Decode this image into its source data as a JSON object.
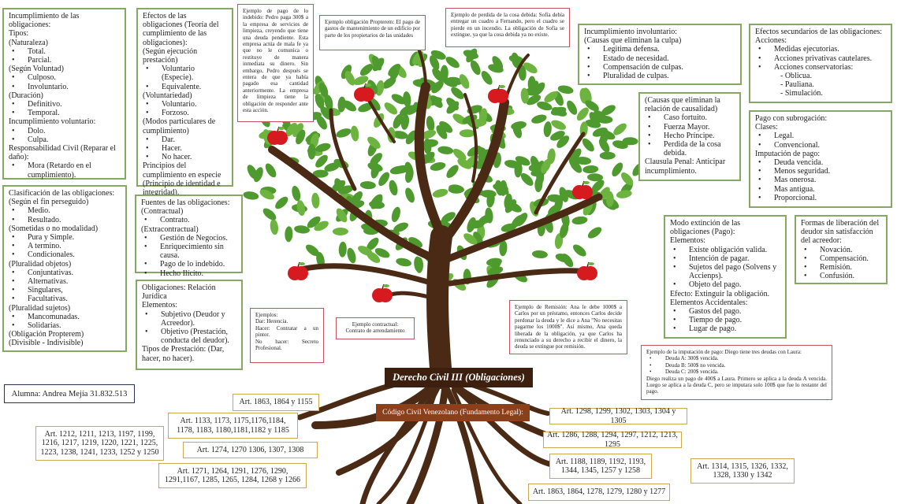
{
  "colors": {
    "leaf": "#4f9a2e",
    "trunk": "#4a2a14",
    "apple": "#d71920",
    "green_border": "#86a865",
    "red_border": "#c9505e",
    "gold_border": "#c9a94b",
    "title_bg": "#3d1f0f",
    "code_bg": "#8b3f1a"
  },
  "title": "Derecho Civil III (Obligaciones)",
  "legal_basis": "Código Civil Venezolano (Fundamento Legal):",
  "student": "Alumna: Andrea Mejía 31.832.513",
  "green_boxes": [
    {
      "id": "incumplimiento",
      "lines": [
        {
          "t": "Incumplimiento de las obligaciones:"
        },
        {
          "t": "Tipos:"
        },
        {
          "t": "(Naturaleza)"
        },
        {
          "t": "Total.",
          "b": true
        },
        {
          "t": "Parcial.",
          "b": true
        },
        {
          "t": "(Según Voluntad)"
        },
        {
          "t": "Culposo.",
          "b": true
        },
        {
          "t": "Involuntario.",
          "b": true
        },
        {
          "t": "(Duración)"
        },
        {
          "t": "Definitivo.",
          "b": true
        },
        {
          "t": "Temporal.",
          "b": true
        },
        {
          "t": "Incumplimiento voluntario:"
        },
        {
          "t": "Dolo.",
          "b": true
        },
        {
          "t": "Culpa.",
          "b": true
        },
        {
          "t": "Responsabilidad Civil (Reparar el daño):"
        },
        {
          "t": "Mora (Retardo en el cumplimiento).",
          "b": true
        }
      ]
    },
    {
      "id": "efectos",
      "lines": [
        {
          "t": "Efectos de las obligaciones (Teoría del cumplimiento de las obligaciones):"
        },
        {
          "t": "(Según ejecución prestación)"
        },
        {
          "t": "Voluntario (Especie).",
          "b": true
        },
        {
          "t": "Equivalente.",
          "b": true
        },
        {
          "t": "(Voluntariedad)"
        },
        {
          "t": "Voluntario.",
          "b": true
        },
        {
          "t": "Forzoso.",
          "b": true
        },
        {
          "t": "(Modos particulares de cumplimiento)"
        },
        {
          "t": "Dar.",
          "b": true
        },
        {
          "t": "Hacer.",
          "b": true
        },
        {
          "t": "No hacer.",
          "b": true
        },
        {
          "t": "Principios del cumplimiento en especie (Principio de identidad e integridad)."
        }
      ]
    },
    {
      "id": "clasificacion",
      "lines": [
        {
          "t": "Clasificación de las obligaciones:"
        },
        {
          "t": "(Según el fin perseguido)"
        },
        {
          "t": "Medio.",
          "b": true
        },
        {
          "t": "Resultado.",
          "b": true
        },
        {
          "t": "(Sometidas o no modalidad)"
        },
        {
          "t": "Pura y Simple.",
          "b": true
        },
        {
          "t": "A termino.",
          "b": true
        },
        {
          "t": "Condicionales.",
          "b": true
        },
        {
          "t": "(Pluralidad objetos)"
        },
        {
          "t": "Conjuntativas.",
          "b": true
        },
        {
          "t": "Alternativas.",
          "b": true
        },
        {
          "t": "Singulares,",
          "b": true
        },
        {
          "t": "Facultativas.",
          "b": true
        },
        {
          "t": "(Pluralidad sujetos)"
        },
        {
          "t": "Mancomunadas.",
          "b": true
        },
        {
          "t": "Solidarias.",
          "b": true
        },
        {
          "t": "(Obligación Propterem)"
        },
        {
          "t": "(Divisible - Indivisible)"
        }
      ]
    },
    {
      "id": "fuentes",
      "lines": [
        {
          "t": "Fuentes de las obligaciones:"
        },
        {
          "t": "(Contractual)"
        },
        {
          "t": "Contrato.",
          "b": true
        },
        {
          "t": "(Extracontractual)"
        },
        {
          "t": "Gestión de Negocios.",
          "b": true
        },
        {
          "t": "Enriquecimiento sin causa.",
          "b": true
        },
        {
          "t": "Pago de lo indebido.",
          "b": true
        },
        {
          "t": "Hecho Ilícito.",
          "b": true
        }
      ]
    },
    {
      "id": "relacion",
      "lines": [
        {
          "t": "Obligaciones: Relación Jurídica"
        },
        {
          "t": "Elementos:"
        },
        {
          "t": "Subjetivo (Deudor y Acreedor).",
          "b": true
        },
        {
          "t": "Objetivo (Prestación, conducta del deudor).",
          "b": true
        },
        {
          "t": "Tipos de Prestación: (Dar, hacer, no hacer)."
        }
      ]
    },
    {
      "id": "involuntario",
      "lines": [
        {
          "t": "Incumplimiento involuntario:"
        },
        {
          "t": "(Causas que eliminan la culpa)"
        },
        {
          "t": "Legitima defensa.",
          "b": true
        },
        {
          "t": "Estado de necesidad.",
          "b": true
        },
        {
          "t": "Compensación de culpas.",
          "b": true
        },
        {
          "t": "Pluralidad de culpas.",
          "b": true
        }
      ]
    },
    {
      "id": "causalidad",
      "lines": [
        {
          "t": "(Causas que eliminan la relación de causalidad)"
        },
        {
          "t": "Caso fortuito.",
          "b": true
        },
        {
          "t": "Fuerza Mayor.",
          "b": true
        },
        {
          "t": "Hecho Príncipe.",
          "b": true
        },
        {
          "t": "Perdida de la cosa debida.",
          "b": true
        },
        {
          "t": "Clausula Penal: Anticipar incumplimiento."
        }
      ]
    },
    {
      "id": "secundarios",
      "lines": [
        {
          "t": "Efectos secundarios de las obligaciones:"
        },
        {
          "t": "Acciones:"
        },
        {
          "t": "Medidas ejecutorias.",
          "b": true
        },
        {
          "t": "Acciones privativas cautelares.",
          "b": true
        },
        {
          "t": "Acciones conservatorias:",
          "b": true
        },
        {
          "t": "- Oblicua.",
          "s": true
        },
        {
          "t": "- Pauliana.",
          "s": true
        },
        {
          "t": "- Simulación.",
          "s": true
        }
      ]
    },
    {
      "id": "subrogacion",
      "lines": [
        {
          "t": "Pago con subrogación:"
        },
        {
          "t": "Clases:"
        },
        {
          "t": "Legal.",
          "b": true
        },
        {
          "t": "Convencional.",
          "b": true
        },
        {
          "t": "Imputación de pago:"
        },
        {
          "t": "Deuda vencida.",
          "b": true
        },
        {
          "t": "Menos seguridad.",
          "b": true
        },
        {
          "t": "Mas onerosa.",
          "b": true
        },
        {
          "t": "Mas antigua.",
          "b": true
        },
        {
          "t": "Proporcional.",
          "b": true
        }
      ]
    },
    {
      "id": "extincion",
      "lines": [
        {
          "t": "Modo extinción de las obligaciones (Pago):"
        },
        {
          "t": "Elementos:"
        },
        {
          "t": "Existe obligación valida.",
          "b": true
        },
        {
          "t": "Intención de pagar.",
          "b": true
        },
        {
          "t": "Sujetos del pago (Solvens y Accienps).",
          "b": true
        },
        {
          "t": "Objeto del pago.",
          "b": true
        },
        {
          "t": "Efecto: Extinguir la obligación."
        },
        {
          "t": "Elementos Accidentales:"
        },
        {
          "t": "Gastos del pago.",
          "b": true
        },
        {
          "t": "Tiempo de pago.",
          "b": true
        },
        {
          "t": "Lugar de pago.",
          "b": true
        }
      ]
    },
    {
      "id": "liberacion",
      "lines": [
        {
          "t": "Formas de liberación del deudor sin satisfacción del acreedor:"
        },
        {
          "t": "Novación.",
          "b": true
        },
        {
          "t": "Compensación.",
          "b": true
        },
        {
          "t": "Remisión.",
          "b": true
        },
        {
          "t": "Confusión.",
          "b": true
        }
      ]
    }
  ],
  "red_boxes": [
    {
      "id": "indebido",
      "lines": [
        {
          "t": "Ejemplo de pago de lo indebido: Pedro paga 300$ a la empresa de servicios de limpieza, creyendo que tiene una deuda pendiente. Esta empresa actúa de mala fe ya que no le comunica o restituye de manera inmediata su dinero. Sin embargo, Pedro después se entera de que ya había pagado esa cantidad anteriormente. La empresa de limpieza tiene la obligación de responder ante esta acción."
        }
      ]
    },
    {
      "id": "propterem",
      "lines": [
        {
          "t": "Ejemplo obligación Propterem: El pago de gastos de mantenimiento de un edificio por parte de los propietarios de las unidades"
        }
      ]
    },
    {
      "id": "perdida",
      "lines": [
        {
          "t": "Ejemplo de perdida de la cosa debida: Sofía debía entregar un cuadro a Fernando, pero el cuadro se pierde en un incendio. La obligación de Sofía se extingue, ya que la cosa debida ya no existe."
        }
      ]
    },
    {
      "id": "ejemplos",
      "lines": [
        {
          "t": "Ejemplos:"
        },
        {
          "t": "Dar: Herencia."
        },
        {
          "t": "Hacer: Contratar a un pintor."
        },
        {
          "t": "No hacer: Secreto Profesional."
        }
      ]
    },
    {
      "id": "contractual",
      "lines": [
        {
          "t": "Ejemplo contractual:"
        },
        {
          "t": "Contrato de arrendamiento"
        }
      ]
    },
    {
      "id": "remision",
      "lines": [
        {
          "t": "Ejemplo de Remisión: Ana le debe 1000$ a Carlos por un préstamo, entonces Carlos decide perdonar la deuda y le dice a Ana \"No necesitas pagarme los 1000$\". Así mismo, Ana queda liberada de la obligación, ya que Carlos ha renunciado a su derecho a recibir el dinero, la deuda se extingue por remisión."
        }
      ]
    },
    {
      "id": "imputacion",
      "lines": [
        {
          "t": "Ejemplo de la imputación de pago: Diego tiene tres deudas con Laura:"
        },
        {
          "t": "Deuda A: 300$ vencida.",
          "b": true
        },
        {
          "t": "Deuda B: 500$ no vencida.",
          "b": true
        },
        {
          "t": "Deuda C: 200$ vencida.",
          "b": true
        },
        {
          "t": "Diego realiza un pago de 400$ a Laura. Primero se aplica a la deuda A vencida. Luego se aplica a la deuda C, pero se imputara solo 100$ que fue lo restante del pago."
        }
      ]
    }
  ],
  "articles": [
    {
      "id": "a1",
      "t": "Art. 1863, 1864 y 1155"
    },
    {
      "id": "a2",
      "t": "Art. 1133, 1173, 1175,1176,1184, 1178, 1183, 1180,1181,1182 y 1185"
    },
    {
      "id": "a3",
      "t": "Art. 1212, 1211, 1213, 1197, 1199, 1216, 1217, 1219, 1220, 1221, 1225, 1223, 1238, 1241, 1233, 1252 y 1250"
    },
    {
      "id": "a4",
      "t": "Art. 1274, 1270 1306, 1307, 1308"
    },
    {
      "id": "a5",
      "t": "Art. 1271, 1264, 1291, 1276, 1290, 1291,1167, 1285, 1265, 1284, 1268 y 1266"
    },
    {
      "id": "a6",
      "t": "Art. 1298, 1299, 1302, 1303, 1304 y 1305"
    },
    {
      "id": "a7",
      "t": "Art. 1286, 1288, 1294, 1297, 1212, 1213, 1295"
    },
    {
      "id": "a8",
      "t": "Art. 1188, 1189, 1192, 1193, 1344, 1345, 1257 y 1258"
    },
    {
      "id": "a9",
      "t": "Art. 1314, 1315, 1326, 1332, 1328, 1330 y 1342"
    },
    {
      "id": "a10",
      "t": "Art. 1863, 1864, 1278, 1279, 1280 y 1277"
    }
  ]
}
